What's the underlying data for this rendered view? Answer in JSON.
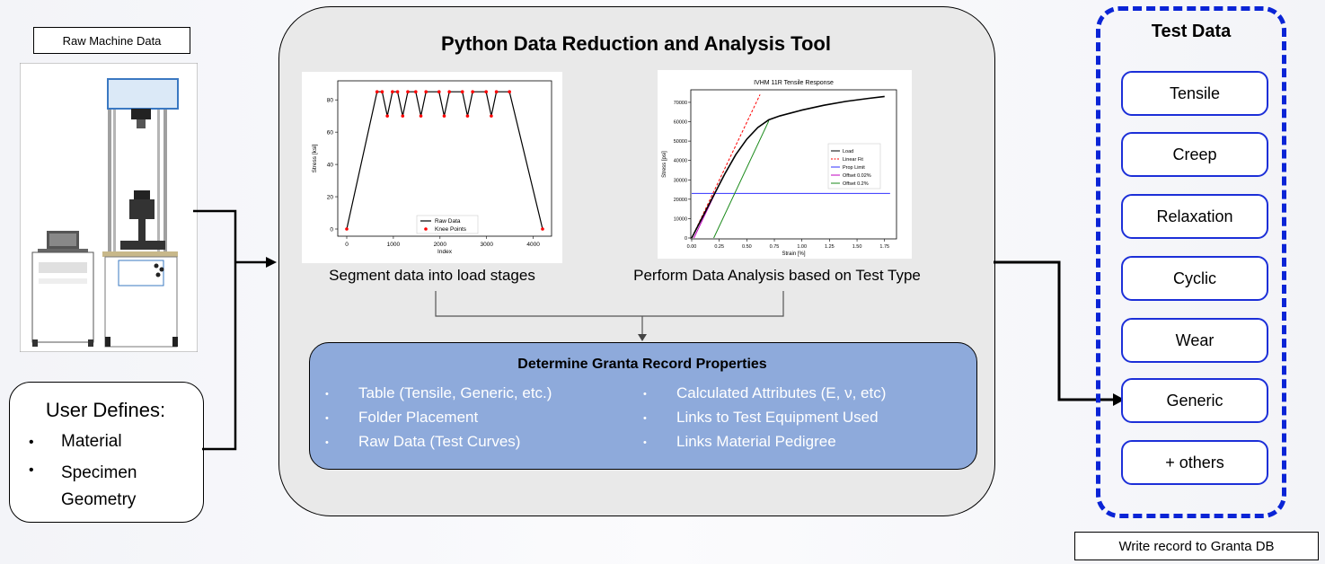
{
  "raw_machine_label": "Raw Machine Data",
  "main_title": "Python Data Reduction and Analysis Tool",
  "plot1": {
    "caption": "Segment data into load stages",
    "xlabel": "Index",
    "ylabel": "Stress [ksi]",
    "xticks": [
      "0",
      "1000",
      "2000",
      "3000",
      "4000"
    ],
    "yticks": [
      "0",
      "20",
      "40",
      "60",
      "80"
    ],
    "legend": [
      "Raw Data",
      "Knee Points"
    ],
    "colors": {
      "line": "#000000",
      "points": "#ff0000"
    }
  },
  "plot2": {
    "caption": "Perform Data Analysis based on Test Type",
    "title": "IVHM 11R Tensile Response",
    "xlabel": "Strain [%]",
    "ylabel": "Stress [psi]",
    "xticks": [
      "0.00",
      "0.25",
      "0.50",
      "0.75",
      "1.00",
      "1.25",
      "1.50",
      "1.75"
    ],
    "yticks": [
      "0",
      "10000",
      "20000",
      "30000",
      "40000",
      "50000",
      "60000",
      "70000"
    ],
    "legend": [
      "Load",
      "Linear Fit",
      "Prop Limit",
      "Offset 0.02%",
      "Offset 0.2%"
    ],
    "colors": {
      "load": "#000000",
      "fit": "#ff0000",
      "prop": "#3030ff",
      "offset002": "#c000c0",
      "offset02": "#1a8a1a"
    }
  },
  "granta": {
    "title": "Determine Granta Record Properties",
    "left_items": [
      "Table (Tensile, Generic, etc.)",
      "Folder Placement",
      "Raw Data (Test Curves)"
    ],
    "right_items": [
      "Calculated Attributes (E, ν, etc)",
      "Links to Test Equipment Used",
      "Links Material Pedigree"
    ]
  },
  "user": {
    "title": "User Defines:",
    "items": [
      "Material",
      "Specimen Geometry"
    ]
  },
  "test_data": {
    "title": "Test Data",
    "items": [
      "Tensile",
      "Creep",
      "Relaxation",
      "Cyclic",
      "Wear",
      "Generic",
      "+ others"
    ]
  },
  "write_label": "Write record to Granta DB"
}
